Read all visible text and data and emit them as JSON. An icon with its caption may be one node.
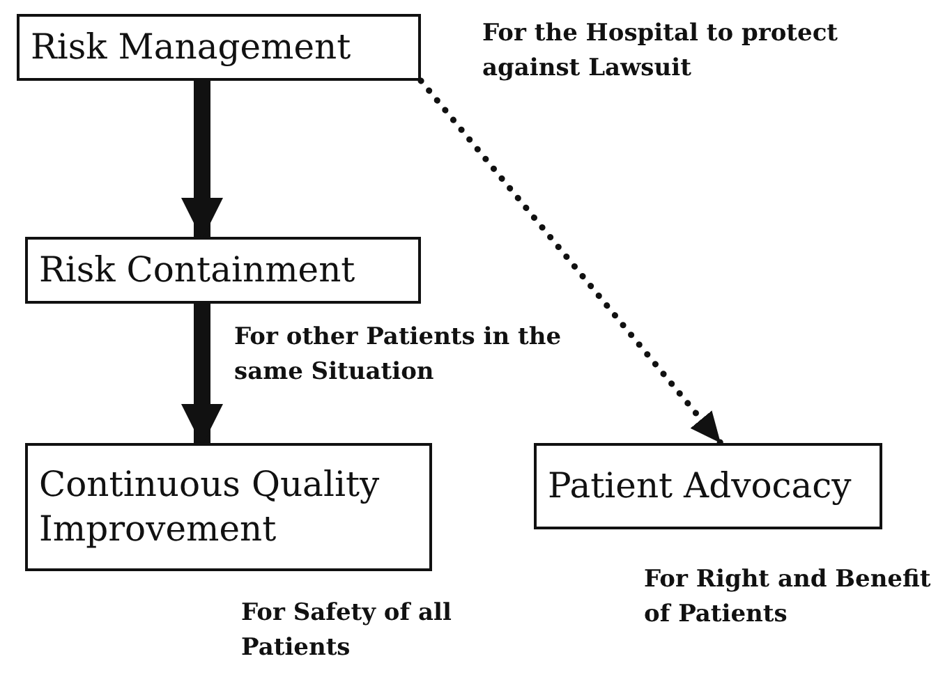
{
  "diagram": {
    "nodes": [
      {
        "text": [
          "Risk Management"
        ]
      },
      {
        "text": [
          "Risk Containment"
        ]
      },
      {
        "text": [
          "Continuous Quality Improvement"
        ],
        "beside": [
          "For Safety of all Patients"
        ]
      },
      {
        "text": [
          "Patient Advocacy"
        ],
        "beside": [
          "For Right and Benefit of Patients"
        ]
      }
    ],
    "edges": [
      {
        "from": 0,
        "to": 1,
        "arrow": "to"
      },
      {
        "from": 1,
        "to": 2,
        "arrow": "to",
        "label": "For other Patients in the same Situation"
      },
      {
        "from": 0,
        "to": 3,
        "arrow": "to",
        "style": "dashed",
        "label": "For the Hospital to protect against Lawsuit"
      }
    ]
  }
}
